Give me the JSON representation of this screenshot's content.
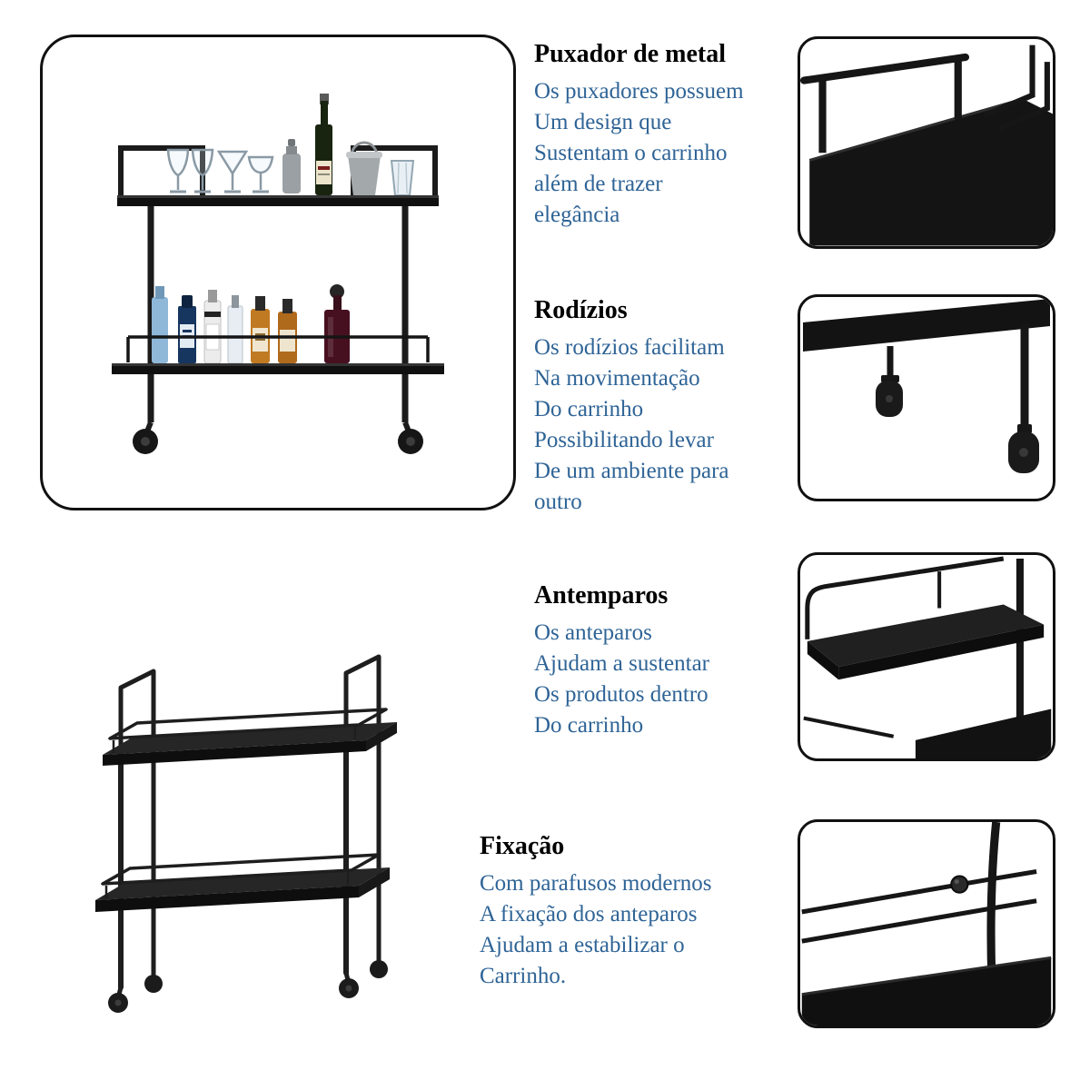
{
  "features": [
    {
      "title": "Puxador de metal",
      "body": "Os puxadores possuem\nUm design que\nSustentam o carrinho\nalém de trazer\nelegância"
    },
    {
      "title": "Rodízios",
      "body": "Os rodízios facilitam\nNa movimentação\nDo carrinho\nPossibilitando levar\nDe um ambiente para\noutro"
    },
    {
      "title": "Antemparos",
      "body": "Os anteparos\nAjudam a sustentar\nOs produtos dentro\nDo carrinho"
    },
    {
      "title": "Fixação",
      "body": "Com parafusos modernos\nA fixação dos anteparos\nAjudam a estabilizar o\nCarrinho."
    }
  ],
  "illustrations": {
    "main": "bar-cart-with-bottles-and-glasses-photo",
    "secondary": "black-bar-cart-3d-render",
    "details": [
      "metal-handle-closeup",
      "caster-wheels-closeup",
      "shelf-guard-closeup",
      "fixation-screws-closeup"
    ]
  },
  "colors": {
    "heading_text": "#000000",
    "feature_text": "#2f6496",
    "cart_black": "#141414",
    "background": "#ffffff"
  }
}
